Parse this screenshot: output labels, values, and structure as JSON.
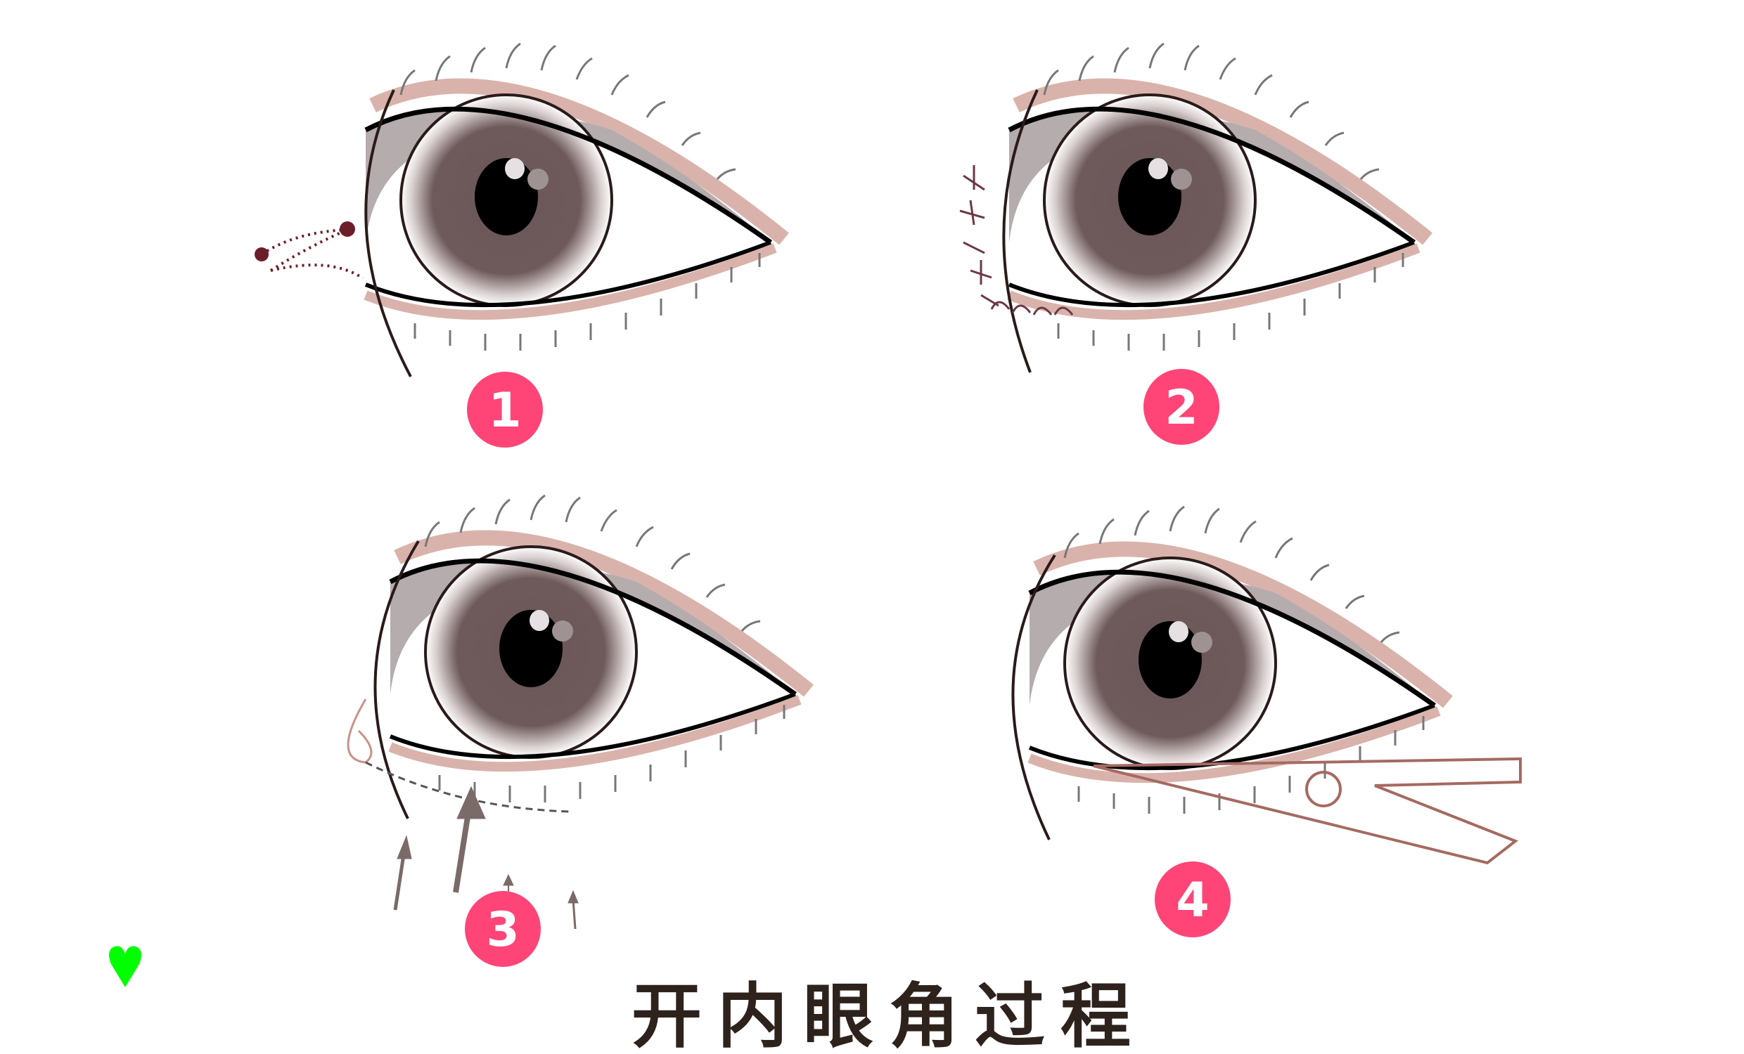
{
  "title": "开内眼角过程",
  "steps": [
    {
      "number": "1"
    },
    {
      "number": "2"
    },
    {
      "number": "3"
    },
    {
      "number": "4"
    }
  ],
  "colors": {
    "badge": "#ff4577",
    "iris": "#6b5758",
    "lid_band": "#d9b3ab",
    "lid_shadow": "#b5acad",
    "marker": "#6b1e2a",
    "heart": "#00ff00",
    "title": "#2e221d"
  }
}
